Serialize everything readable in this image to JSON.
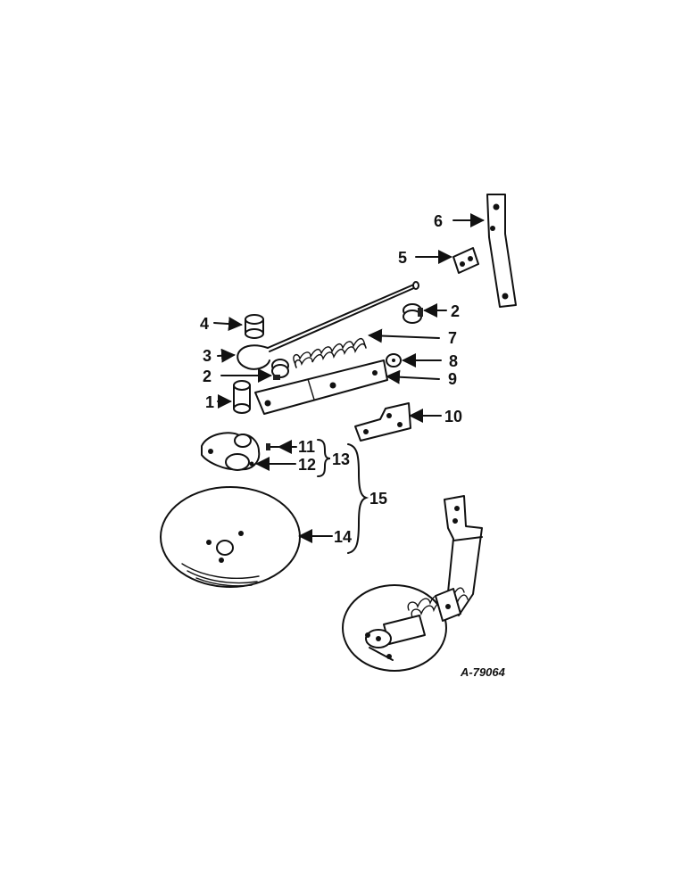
{
  "figure_id": "A-79064",
  "callouts": [
    "1",
    "2",
    "3",
    "4",
    "5",
    "6",
    "7",
    "8",
    "9",
    "10",
    "11",
    "12",
    "13",
    "14",
    "15"
  ],
  "labels": {
    "c1": "1",
    "c2a": "2",
    "c2b": "2",
    "c3": "3",
    "c4": "4",
    "c5": "5",
    "c6": "6",
    "c7": "7",
    "c8": "8",
    "c9": "9",
    "c10": "10",
    "c11": "11",
    "c12": "12",
    "c13": "13",
    "c14": "14",
    "c15": "15"
  }
}
